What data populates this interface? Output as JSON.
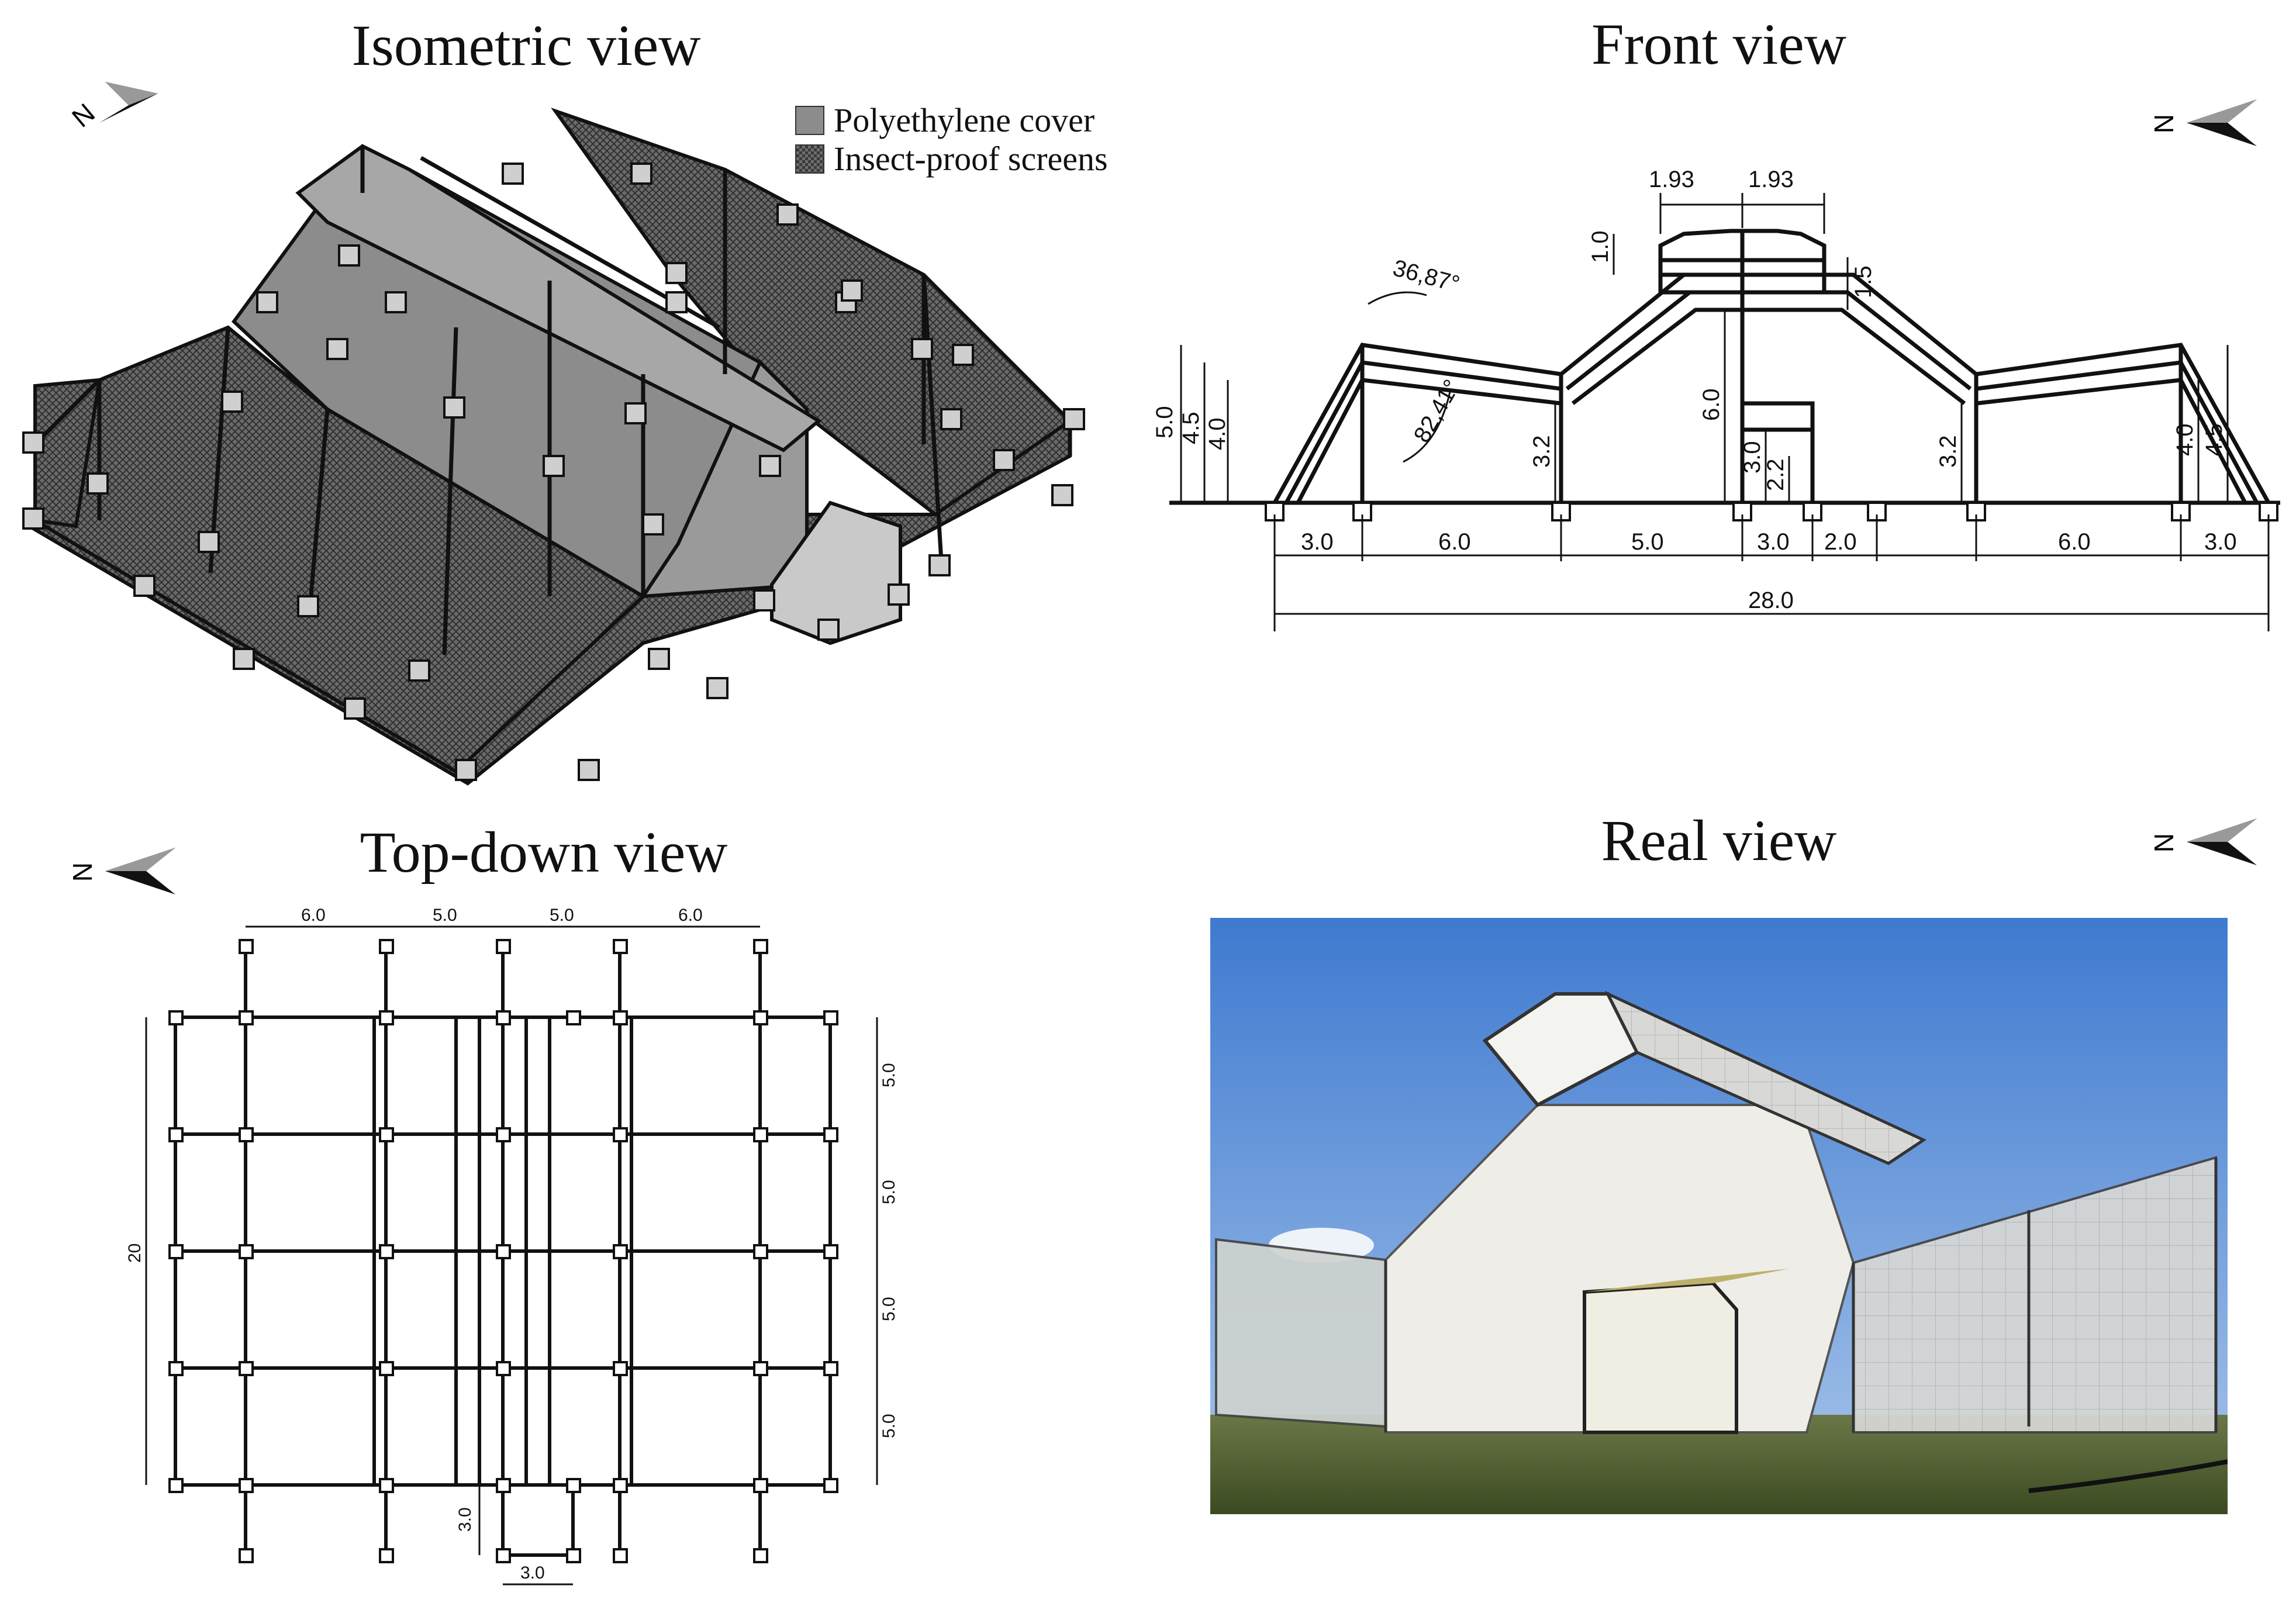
{
  "isometric": {
    "title": "Isometric view",
    "compass_letter": "N",
    "legend": {
      "polyethylene_label": "Polyethylene cover",
      "screen_label": "Insect-proof screens"
    }
  },
  "front": {
    "title": "Front view",
    "compass_letter": "N",
    "dims": {
      "top_left_w": "1.93",
      "top_right_w": "1.93",
      "vent_h1": "1.0",
      "vent_h2": "1.5",
      "angle1": "36,87°",
      "angle2": "82,41°",
      "h_5": "5.0",
      "h_45": "4.5",
      "h_40": "4.0",
      "h_32_left": "3.2",
      "h_60": "6.0",
      "h_30": "3.0",
      "h_22": "2.2",
      "h_32_right": "3.2",
      "h_40_right": "4.0",
      "h_45_right": "4.5",
      "spans": [
        "3.0",
        "6.0",
        "5.0",
        "3.0",
        "2.0",
        "6.0",
        "3.0"
      ],
      "total": "28.0"
    }
  },
  "topdown": {
    "title": "Top-down view",
    "compass_letter": "N",
    "top_spans": [
      "6.0",
      "5.0",
      "5.0",
      "6.0"
    ],
    "right_spans": [
      "5.0",
      "5.0",
      "5.0",
      "5.0"
    ],
    "total_height": "20",
    "door_depth": "3.0",
    "door_width": "3.0"
  },
  "real": {
    "title": "Real view",
    "compass_letter": "N"
  },
  "colors": {
    "line": "#111111",
    "polyethylene": "#8c8c8c",
    "screen": "#5a5a5a",
    "sky": "#5f8fd8",
    "grass": "#4f5f2e"
  }
}
